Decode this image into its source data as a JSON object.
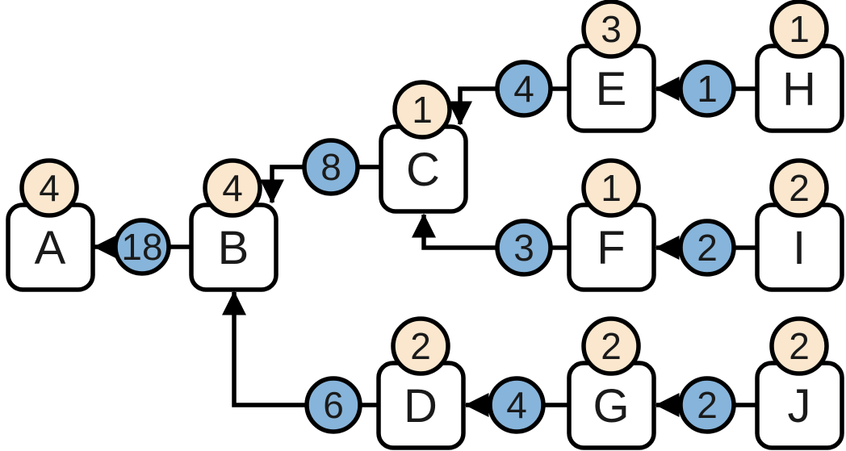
{
  "diagram": {
    "type": "tree-aggregation",
    "colors": {
      "background": "#ffffff",
      "node_fill": "#ffffff",
      "count_badge_fill": "#fae7ce",
      "edge_badge_fill": "#87b4da",
      "stroke": "#000000"
    },
    "nodes": [
      {
        "id": "A",
        "label": "A",
        "value": "4"
      },
      {
        "id": "B",
        "label": "B",
        "value": "4"
      },
      {
        "id": "C",
        "label": "C",
        "value": "1"
      },
      {
        "id": "D",
        "label": "D",
        "value": "2"
      },
      {
        "id": "E",
        "label": "E",
        "value": "3"
      },
      {
        "id": "F",
        "label": "F",
        "value": "1"
      },
      {
        "id": "G",
        "label": "G",
        "value": "2"
      },
      {
        "id": "H",
        "label": "H",
        "value": "1"
      },
      {
        "id": "I",
        "label": "I",
        "value": "2"
      },
      {
        "id": "J",
        "label": "J",
        "value": "2"
      }
    ],
    "edges": [
      {
        "from": "B",
        "to": "A",
        "value": "18"
      },
      {
        "from": "C",
        "to": "B",
        "value": "8"
      },
      {
        "from": "D",
        "to": "B",
        "value": "6"
      },
      {
        "from": "E",
        "to": "C",
        "value": "4"
      },
      {
        "from": "F",
        "to": "C",
        "value": "3"
      },
      {
        "from": "G",
        "to": "D",
        "value": "4"
      },
      {
        "from": "H",
        "to": "E",
        "value": "1"
      },
      {
        "from": "I",
        "to": "F",
        "value": "2"
      },
      {
        "from": "J",
        "to": "G",
        "value": "2"
      }
    ]
  }
}
